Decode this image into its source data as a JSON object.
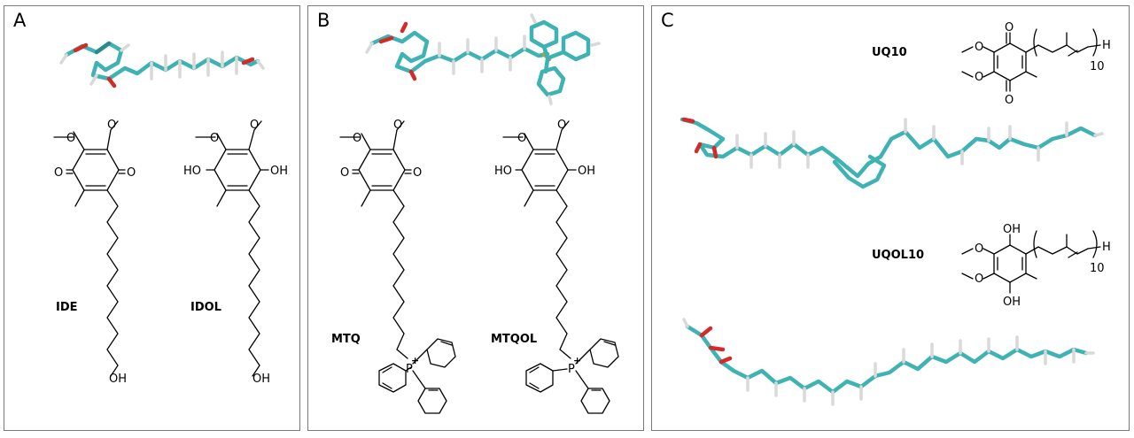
{
  "panels": {
    "a": {
      "letter": "A",
      "labels": {
        "quinone": "IDE",
        "quinol": "IDOL"
      },
      "atoms": {
        "o": "O",
        "ho": "HO",
        "oh": "OH"
      }
    },
    "b": {
      "letter": "B",
      "labels": {
        "quinone": "MTQ",
        "quinol": "MTQOL"
      },
      "atoms": {
        "o": "O",
        "ho": "HO",
        "oh": "OH",
        "p": "P",
        "plus": "+"
      }
    },
    "c": {
      "letter": "C",
      "labels": {
        "quinone": "UQ10",
        "quinol": "UQOL10"
      },
      "atoms": {
        "o": "O",
        "oh": "OH",
        "h": "H",
        "repeat": "10"
      }
    }
  },
  "colors": {
    "carbon": "#3fb2b4",
    "hydrogen": "#d9d9d9",
    "oxygen": "#d32a2a",
    "phosphorus": "#b8a02c",
    "border": "#7a7a7a"
  }
}
